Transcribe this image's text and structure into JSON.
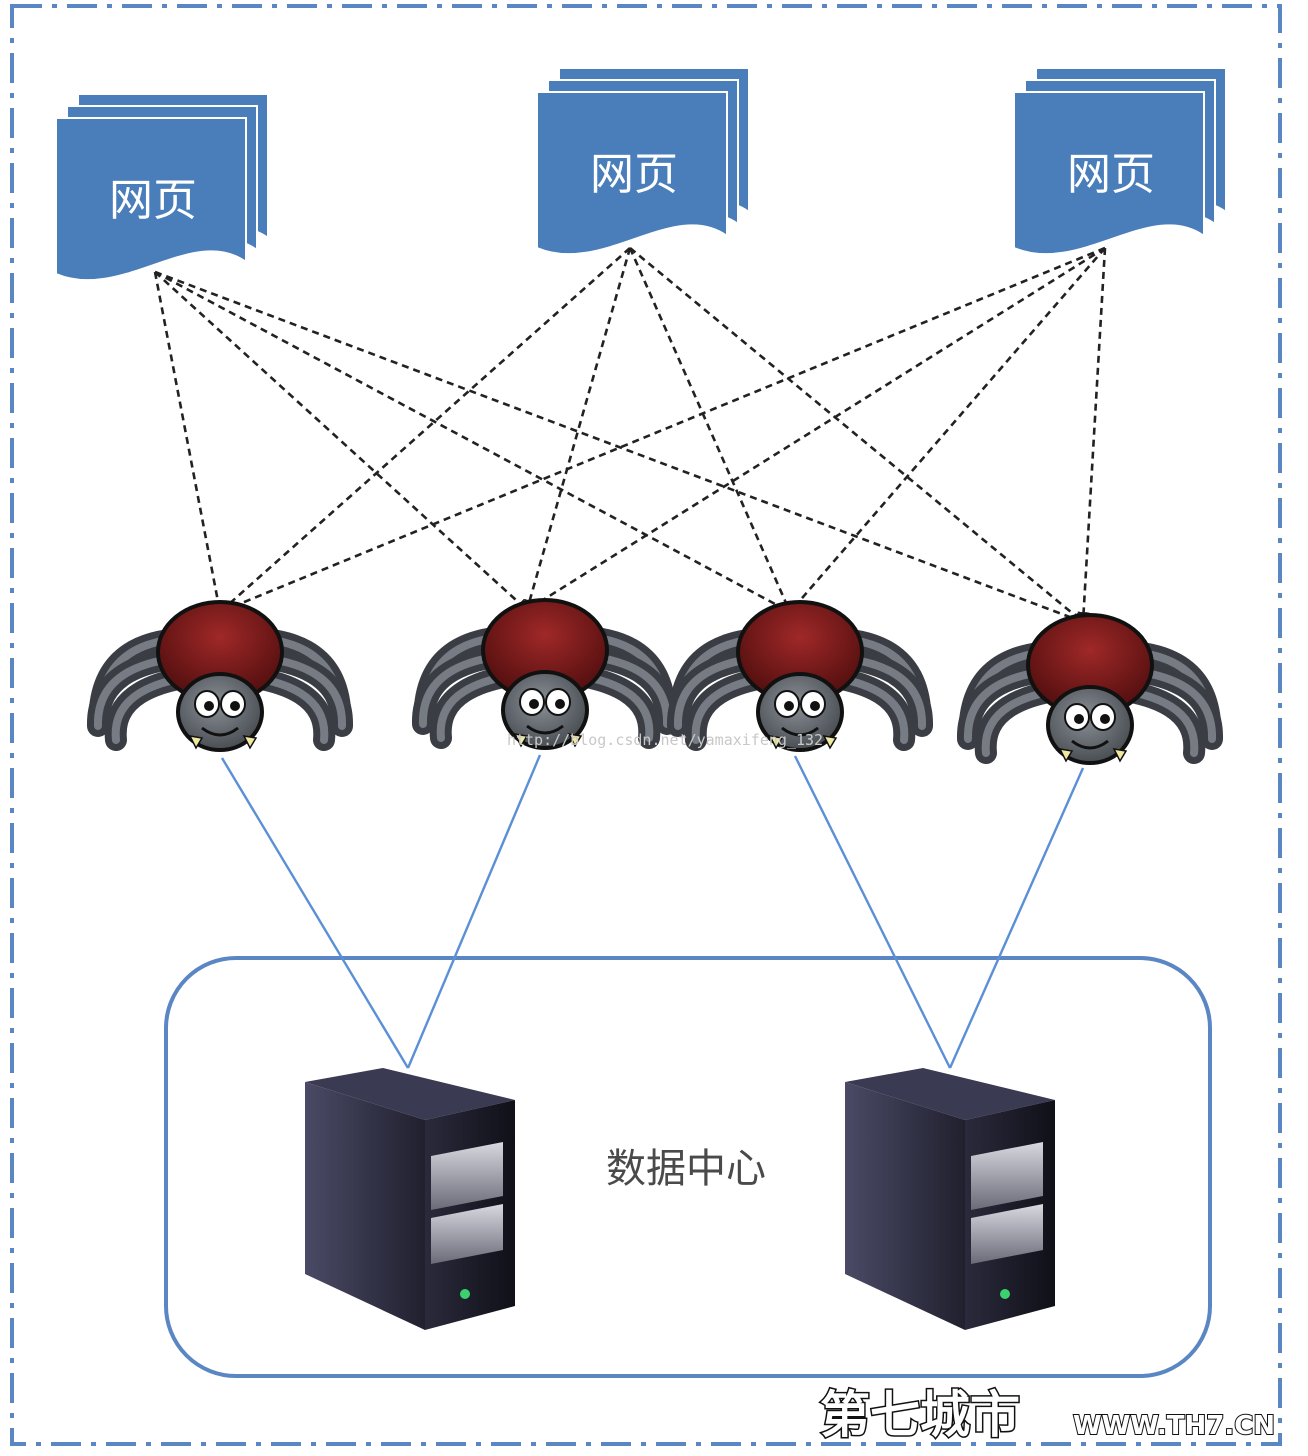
{
  "diagram": {
    "pages": [
      {
        "id": "page-1",
        "label": "网页"
      },
      {
        "id": "page-2",
        "label": "网页"
      },
      {
        "id": "page-3",
        "label": "网页"
      }
    ],
    "spiders": [
      {
        "id": "spider-1"
      },
      {
        "id": "spider-2"
      },
      {
        "id": "spider-3"
      },
      {
        "id": "spider-4"
      }
    ],
    "servers": [
      {
        "id": "server-1"
      },
      {
        "id": "server-2"
      }
    ],
    "data_center_label": "数据中心",
    "crawl_links": [
      {
        "from": "page-1",
        "to": "spider-1"
      },
      {
        "from": "page-1",
        "to": "spider-2"
      },
      {
        "from": "page-1",
        "to": "spider-3"
      },
      {
        "from": "page-1",
        "to": "spider-4"
      },
      {
        "from": "page-2",
        "to": "spider-1"
      },
      {
        "from": "page-2",
        "to": "spider-2"
      },
      {
        "from": "page-2",
        "to": "spider-3"
      },
      {
        "from": "page-2",
        "to": "spider-4"
      },
      {
        "from": "page-3",
        "to": "spider-1"
      },
      {
        "from": "page-3",
        "to": "spider-2"
      },
      {
        "from": "page-3",
        "to": "spider-3"
      },
      {
        "from": "page-3",
        "to": "spider-4"
      }
    ],
    "storage_links": [
      {
        "from": "spider-1",
        "to": "server-1"
      },
      {
        "from": "spider-2",
        "to": "server-1"
      },
      {
        "from": "spider-3",
        "to": "server-2"
      },
      {
        "from": "spider-4",
        "to": "server-2"
      }
    ],
    "colors": {
      "page_fill": "#4a7ebb",
      "frame": "#5b86c4",
      "link_line": "#5b8fd6",
      "dashed_arrow": "#222222",
      "spider_body": "#7a1a1a",
      "spider_head": "#555a60",
      "server_body": "#1a1a2a"
    }
  },
  "watermark": {
    "url_text": "http://blog.csdn.net/yamaxifeng_132",
    "brand_text": "第七城市",
    "site_text": "WWW.TH7.CN"
  }
}
